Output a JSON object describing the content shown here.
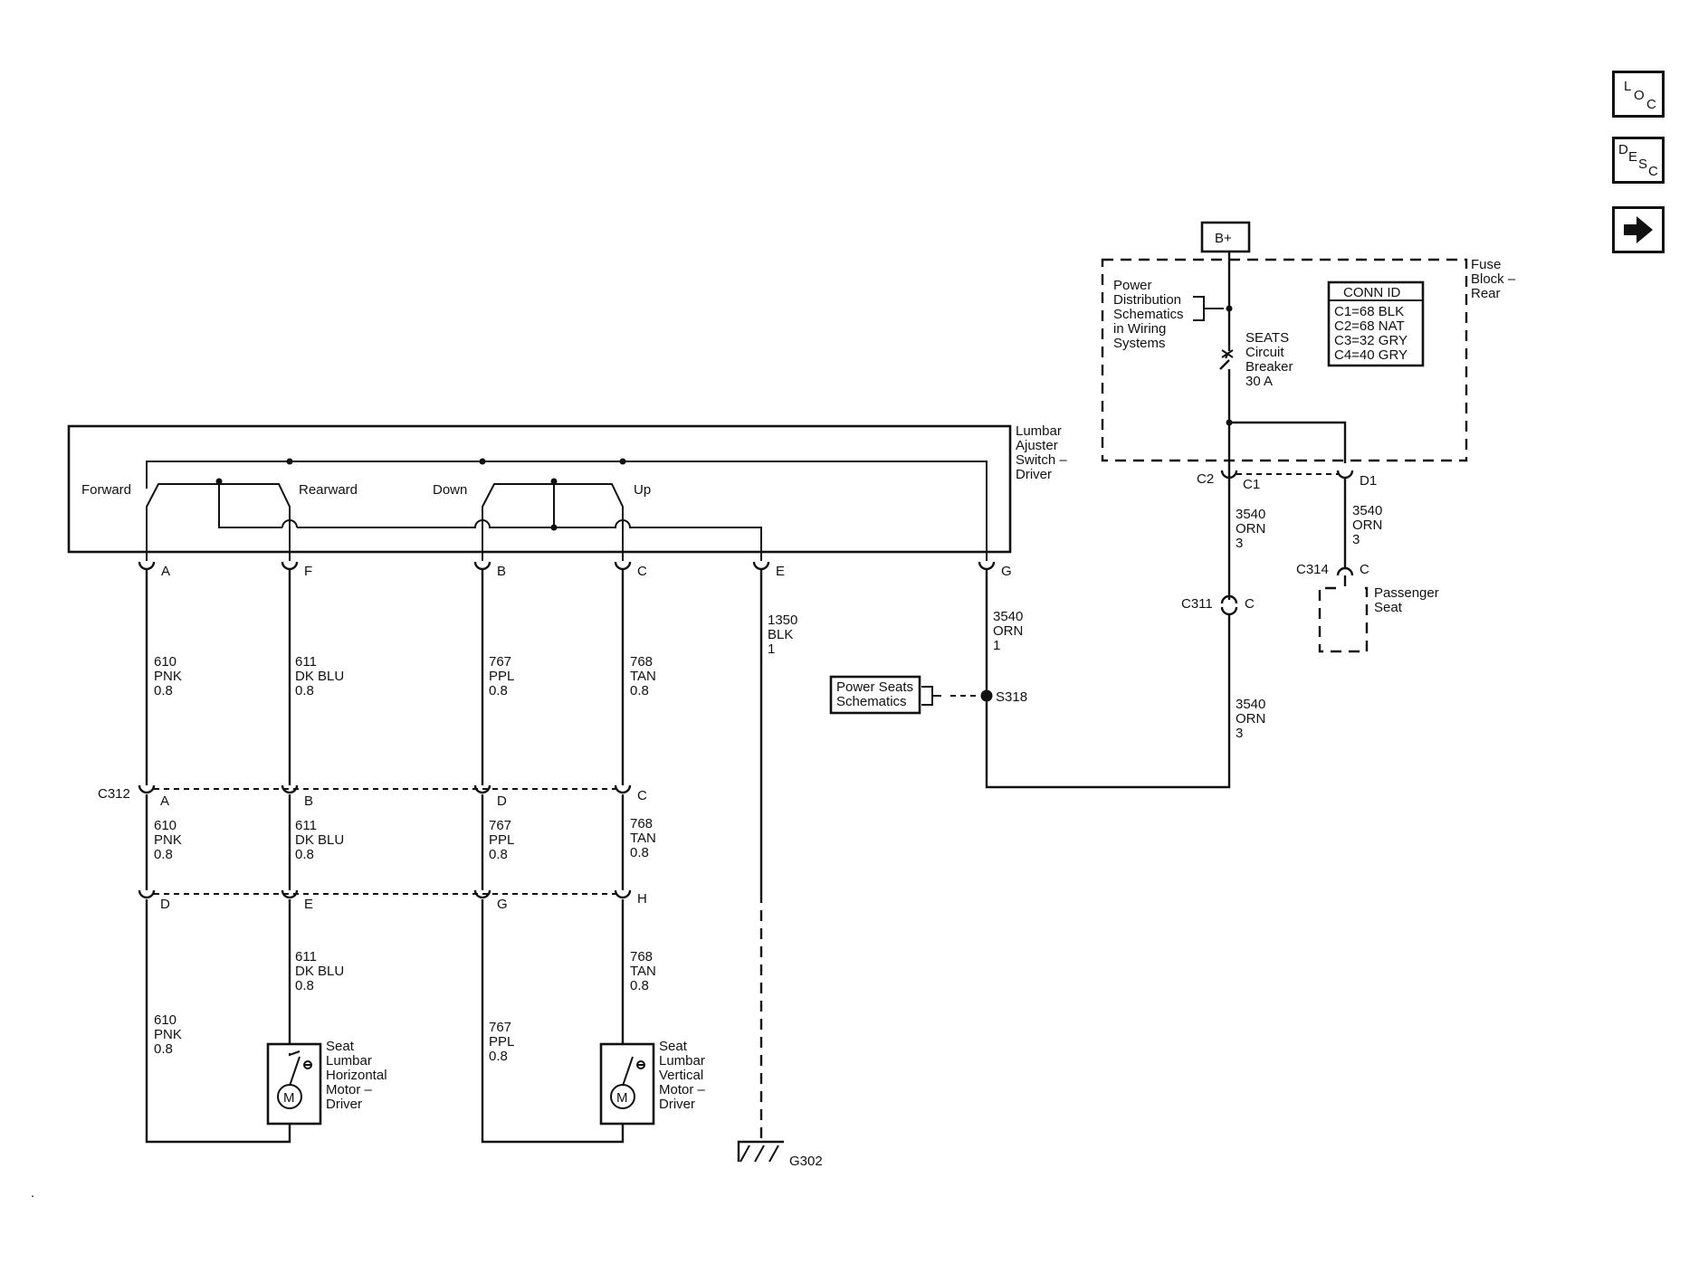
{
  "nav": {
    "loc": [
      "L",
      "O",
      "C"
    ],
    "desc": [
      "D",
      "E",
      "S",
      "C"
    ],
    "next_icon": "arrow-right-icon"
  },
  "switch": {
    "title": [
      "Lumbar",
      "Ajuster",
      "Switch –",
      "Driver"
    ],
    "positions": {
      "forward": "Forward",
      "rearward": "Rearward",
      "down": "Down",
      "up": "Up"
    },
    "pins": [
      "A",
      "F",
      "B",
      "C",
      "E",
      "G"
    ]
  },
  "wires": {
    "w610": [
      "610",
      "PNK",
      "0.8"
    ],
    "w611": [
      "611",
      "DK BLU",
      "0.8"
    ],
    "w767": [
      "767",
      "PPL",
      "0.8"
    ],
    "w768": [
      "768",
      "TAN",
      "0.8"
    ],
    "w1350": [
      "1350",
      "BLK",
      "1"
    ],
    "w3540_1": [
      "3540",
      "ORN",
      "1"
    ],
    "w3540_3": [
      "3540",
      "ORN",
      "3"
    ]
  },
  "c312": {
    "name": "C312",
    "pins": [
      "A",
      "B",
      "D",
      "C"
    ]
  },
  "lower_conn": {
    "pins": [
      "D",
      "E",
      "G",
      "H"
    ]
  },
  "motors": {
    "horizontal": [
      "Seat",
      "Lumbar",
      "Horizontal",
      "Motor –",
      "Driver"
    ],
    "vertical": [
      "Seat",
      "Lumbar",
      "Vertical",
      "Motor –",
      "Driver"
    ],
    "symbol": "M"
  },
  "ground": "G302",
  "splice": "S318",
  "power_seats_ref": [
    "Power Seats",
    "Schematics"
  ],
  "power_source": "B+",
  "fuse_block": {
    "title": [
      "Fuse",
      "Block –",
      "Rear"
    ],
    "pd_ref": [
      "Power",
      "Distribution",
      "Schematics",
      "in Wiring",
      "Systems"
    ],
    "breaker": [
      "SEATS",
      "Circuit",
      "Breaker",
      "30 A"
    ],
    "conn_id_title": "CONN ID",
    "conn_ids": [
      "C1=68 BLK",
      "C2=68 NAT",
      "C3=32 GRY",
      "C4=40 GRY"
    ],
    "c2": "C2",
    "c1": "C1",
    "d1": "D1"
  },
  "c311": {
    "name": "C311",
    "pin": "C"
  },
  "c314": {
    "name": "C314",
    "pin": "C"
  },
  "passenger_seat": [
    "Passenger",
    "Seat"
  ],
  "misc": {
    "dot": "."
  }
}
